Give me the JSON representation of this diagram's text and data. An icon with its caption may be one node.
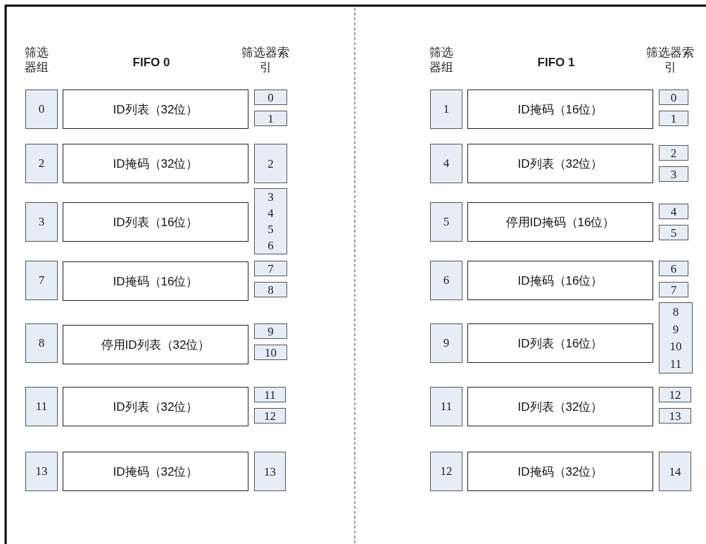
{
  "diagram": {
    "nodes": [
      {
        "text": [
          "0"
        ]
      },
      {
        "text": [
          "ID列表（32位）"
        ]
      },
      {
        "text": [
          "0"
        ]
      },
      {
        "text": [
          "1"
        ]
      },
      {
        "text": [
          "2"
        ]
      },
      {
        "text": [
          "ID掩码（32位）"
        ]
      },
      {
        "text": [
          "2"
        ]
      },
      {
        "text": [
          "3"
        ]
      },
      {
        "text": [
          "ID列表（16位）"
        ]
      },
      {
        "text": [
          "3",
          "4",
          "5",
          "6"
        ]
      },
      {
        "text": [
          "7"
        ]
      },
      {
        "text": [
          "ID掩码（16位）"
        ]
      },
      {
        "text": [
          "7"
        ]
      },
      {
        "text": [
          "8"
        ]
      },
      {
        "text": [
          "8"
        ]
      },
      {
        "text": [
          "停用ID列表（32位）"
        ]
      },
      {
        "text": [
          "9"
        ]
      },
      {
        "text": [
          "10"
        ]
      },
      {
        "text": [
          "11"
        ]
      },
      {
        "text": [
          "ID列表（32位）"
        ]
      },
      {
        "text": [
          "11"
        ]
      },
      {
        "text": [
          "12"
        ]
      },
      {
        "text": [
          "13"
        ]
      },
      {
        "text": [
          "ID掩码（32位）"
        ]
      },
      {
        "text": [
          "13"
        ]
      },
      {
        "text": [
          "1"
        ]
      },
      {
        "text": [
          "ID掩码（16位）"
        ]
      },
      {
        "text": [
          "0"
        ]
      },
      {
        "text": [
          "1"
        ]
      },
      {
        "text": [
          "4"
        ]
      },
      {
        "text": [
          "ID列表（32位）"
        ]
      },
      {
        "text": [
          "2"
        ]
      },
      {
        "text": [
          "3"
        ]
      },
      {
        "text": [
          "5"
        ]
      },
      {
        "text": [
          "停用ID掩码（16位）"
        ]
      },
      {
        "text": [
          "4"
        ]
      },
      {
        "text": [
          "5"
        ]
      },
      {
        "text": [
          "6"
        ]
      },
      {
        "text": [
          "ID掩码（16位）"
        ]
      },
      {
        "text": [
          "6"
        ]
      },
      {
        "text": [
          "7"
        ]
      },
      {
        "text": [
          "9"
        ]
      },
      {
        "text": [
          "ID列表（16位）"
        ]
      },
      {
        "text": [
          "8",
          "9",
          "10",
          "11"
        ]
      },
      {
        "text": [
          "11"
        ]
      },
      {
        "text": [
          "ID列表（32位）"
        ]
      },
      {
        "text": [
          "12"
        ]
      },
      {
        "text": [
          "13"
        ]
      },
      {
        "text": [
          "12"
        ]
      },
      {
        "text": [
          "ID掩码（32位）"
        ]
      },
      {
        "text": [
          "14"
        ]
      }
    ],
    "labels": [
      "筛选器组",
      "FIFO 0",
      "筛选器索引",
      "筛选器组",
      "FIFO 1",
      "筛选器索引"
    ]
  }
}
